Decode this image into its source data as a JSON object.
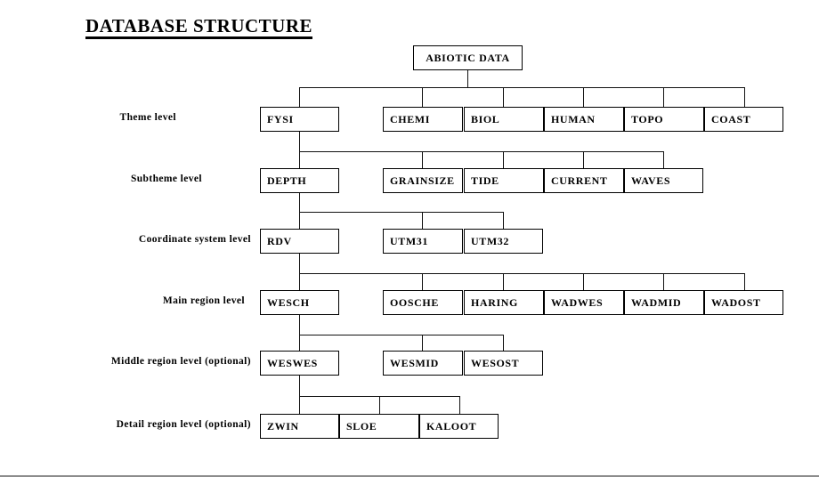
{
  "diagram": {
    "title": "DATABASE STRUCTURE",
    "type": "hierarchy-tree",
    "root": {
      "label": "ABIOTIC DATA"
    },
    "levels": [
      {
        "label": "Theme level",
        "nodes": [
          {
            "label": "FYSI"
          },
          {
            "label": "CHEMI"
          },
          {
            "label": "BIOL"
          },
          {
            "label": "HUMAN"
          },
          {
            "label": "TOPO"
          },
          {
            "label": "COAST"
          }
        ]
      },
      {
        "label": "Subtheme level",
        "nodes": [
          {
            "label": "DEPTH"
          },
          {
            "label": "GRAINSIZE"
          },
          {
            "label": "TIDE"
          },
          {
            "label": "CURRENT"
          },
          {
            "label": "WAVES"
          }
        ]
      },
      {
        "label": "Coordinate system level",
        "nodes": [
          {
            "label": "RDV"
          },
          {
            "label": "UTM31"
          },
          {
            "label": "UTM32"
          }
        ]
      },
      {
        "label": "Main region level",
        "nodes": [
          {
            "label": "WESCH"
          },
          {
            "label": "OOSCHE"
          },
          {
            "label": "HARING"
          },
          {
            "label": "WADWES"
          },
          {
            "label": "WADMID"
          },
          {
            "label": "WADOST"
          }
        ]
      },
      {
        "label": "Middle region level (optional)",
        "nodes": [
          {
            "label": "WESWES"
          },
          {
            "label": "WESMID"
          },
          {
            "label": "WESOST"
          }
        ]
      },
      {
        "label": "Detail region level (optional)",
        "nodes": [
          {
            "label": "ZWIN"
          },
          {
            "label": "SLOE"
          },
          {
            "label": "KALOOT"
          }
        ]
      }
    ],
    "colors": {
      "line": "#111111",
      "box_border": "#000000",
      "background": "#ffffff",
      "footer_rule": "#8c8c8c"
    }
  }
}
